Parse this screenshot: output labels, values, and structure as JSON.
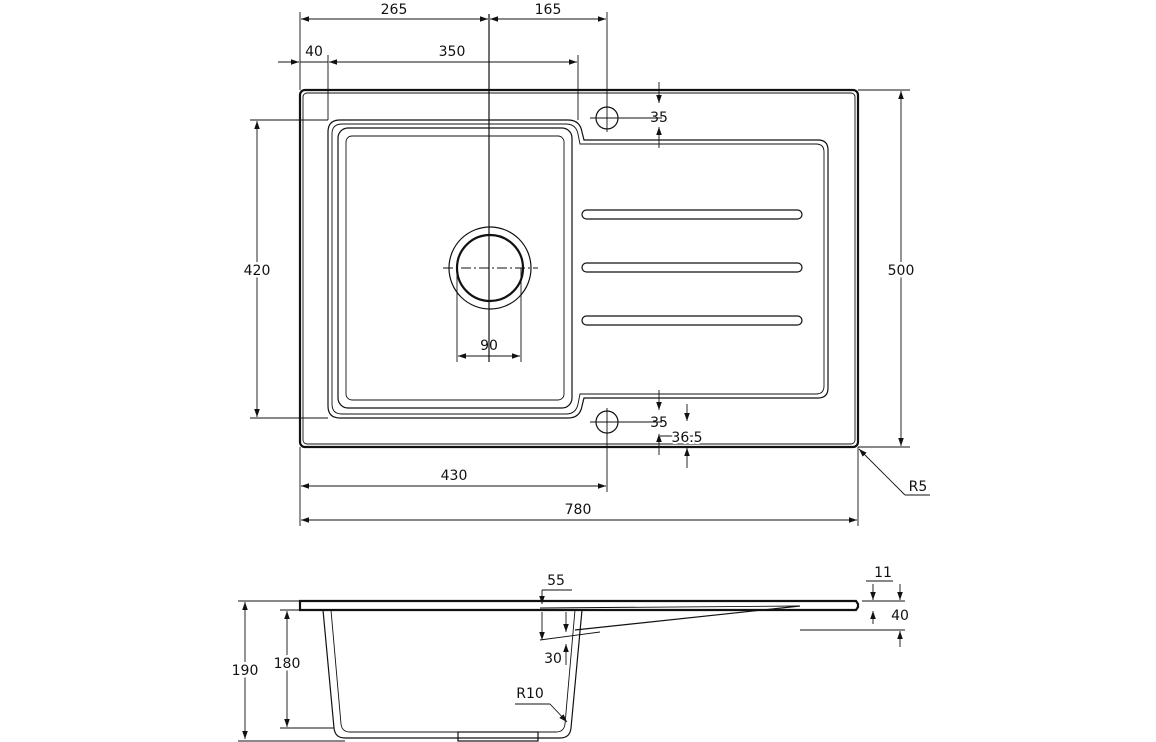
{
  "top_view": {
    "dims": {
      "d265": "265",
      "d165": "165",
      "d40": "40",
      "d350": "350",
      "d420": "420",
      "d500": "500",
      "d35_top": "35",
      "d35_bottom": "35",
      "d36_5": "36.5",
      "d90": "90",
      "d430": "430",
      "d780": "780",
      "r5": "R5"
    }
  },
  "side_view": {
    "dims": {
      "d55": "55",
      "d11": "11",
      "d40": "40",
      "d30": "30",
      "d190": "190",
      "d180": "180",
      "r10": "R10"
    }
  }
}
